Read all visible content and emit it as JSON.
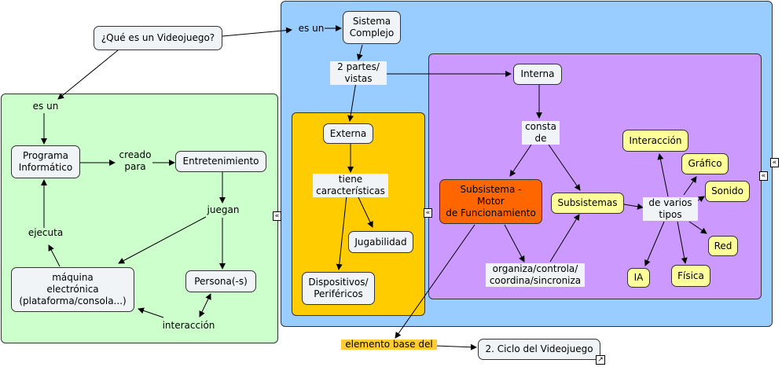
{
  "colors": {
    "green_panel": "#ccffcc",
    "blue_panel": "#99ccff",
    "purple_panel": "#cc99ff",
    "orange_panel": "#ffcc00",
    "yellow_node": "#ffff99",
    "orange_node": "#ff6600",
    "highlight": "#ffcc33"
  },
  "nodes": {
    "que_es": "¿Qué es un Videojuego?",
    "programa": "Programa\nInformático",
    "entretenimiento": "Entretenimiento",
    "maquina": "máquina\nelectrónica\n(plataforma/consola...)",
    "persona": "Persona(-s)",
    "sistema": "Sistema\nComplejo",
    "externa": "Externa",
    "interna": "Interna",
    "jugabilidad": "Jugabilidad",
    "dispositivos": "Dispositivos/\nPeriféricos",
    "motor": "Subsistema -\nMotor\nde Funcionamiento",
    "subsistemas": "Subsistemas",
    "interaccion": "Interacción",
    "grafico": "Gráfico",
    "sonido": "Sonido",
    "red": "Red",
    "ia": "IA",
    "fisica": "Física",
    "ciclo": "2. Ciclo del Videojuego"
  },
  "links": {
    "es_un_left": "es un",
    "es_un_top": "es un",
    "creado_para": "creado\npara",
    "juegan": "juegan",
    "ejecuta": "ejecuta",
    "interaccion": "interacción",
    "dos_partes": "2 partes/\nvistas",
    "tiene": "tiene\ncaracterísticas",
    "consta": "consta\nde",
    "varios": "de varios\ntipos",
    "organiza": "organiza/controla/\ncoordina/sincroniza",
    "elemento_base": "elemento base del"
  },
  "icons": {
    "collapse_glyph": "«",
    "external_link_glyph": "↗"
  }
}
